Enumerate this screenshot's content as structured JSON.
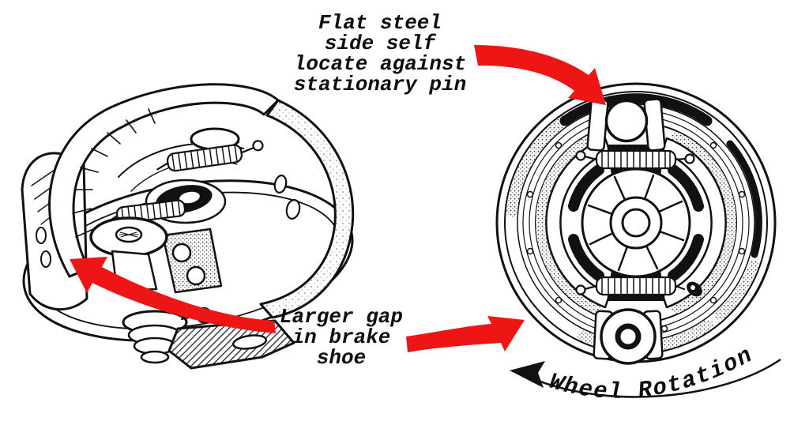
{
  "page": {
    "background": "#ffffff"
  },
  "annotations": {
    "flat_steel_pin": {
      "lines": [
        "Flat steel",
        "side self",
        "locate against",
        "stationary pin"
      ]
    },
    "larger_gap": {
      "lines": [
        "Larger gap",
        "in brake",
        "shoe"
      ]
    },
    "wheel_rotation": "Wheel Rotation"
  },
  "colors": {
    "arrow_red": "#ee1515",
    "ink": "#111111"
  },
  "illustrations": {
    "left": "brake-assembly-perspective-view",
    "right": "drum-brake-front-view"
  }
}
